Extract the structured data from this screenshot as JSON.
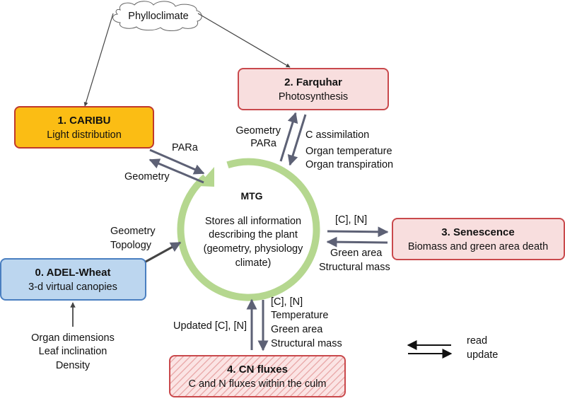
{
  "cloud": {
    "label": "Phylloclimate"
  },
  "modules": {
    "farquhar": {
      "title": "2. Farquhar",
      "subtitle": "Photosynthesis"
    },
    "caribu": {
      "title": "1. CARIBU",
      "subtitle": "Light distribution"
    },
    "senescence": {
      "title": "3. Senescence",
      "subtitle": "Biomass and green area death"
    },
    "adel": {
      "title": "0. ADEL-Wheat",
      "subtitle": "3-d virtual canopies"
    },
    "cnfluxes": {
      "title": "4. CN fluxes",
      "subtitle": "C and N fluxes within the culm"
    }
  },
  "mtg": {
    "title": "MTG",
    "lines": [
      "Stores all information",
      "describing the plant",
      "(geometry, physiology",
      "climate)"
    ]
  },
  "flows": {
    "farquhar_read": [
      "Geometry",
      "PARa"
    ],
    "farquhar_update": [
      "C assimilation",
      "Organ temperature",
      "Organ transpiration"
    ],
    "caribu_read": "Geometry",
    "caribu_update": "PARa",
    "senescence_read": "[C], [N]",
    "senescence_update": [
      "Green area",
      "Structural mass"
    ],
    "adel_update": [
      "Geometry",
      "Topology"
    ],
    "adel_inputs": [
      "Organ dimensions",
      "Leaf inclination",
      "Density"
    ],
    "cnfluxes_read": [
      "[C], [N]",
      "Temperature",
      "Green area",
      "Structural mass"
    ],
    "cnfluxes_update": "Updated [C], [N]"
  },
  "legend": {
    "read": "read",
    "update": "update"
  },
  "colors": {
    "caribu_fill": "#fbbd14",
    "caribu_border": "#c0392b",
    "pink_fill": "#f8dede",
    "pink_border": "#c9494c",
    "adel_fill": "#bcd6ef",
    "adel_border": "#4a7fc0",
    "mtg_ring": "#b5d78f",
    "flow_arrow": "#5d6175"
  }
}
